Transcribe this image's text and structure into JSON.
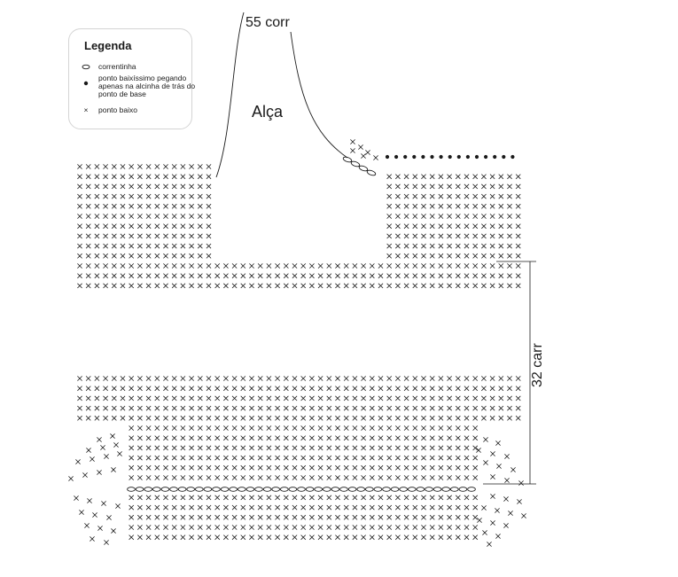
{
  "legend": {
    "title": "Legenda",
    "items": [
      {
        "symbol": "chain-oval",
        "text": "correntinha"
      },
      {
        "symbol": "dot",
        "text": "ponto baixíssimo pegando apenas na alcinha de trás do ponto de base"
      },
      {
        "symbol": "x",
        "text": "ponto baixo"
      }
    ]
  },
  "labels": {
    "chain_top": "55 corr",
    "handle": "Alça",
    "side_measure": "32 carr"
  },
  "colors": {
    "ink": "#1a1a1a",
    "border": "#d4d4d4"
  }
}
